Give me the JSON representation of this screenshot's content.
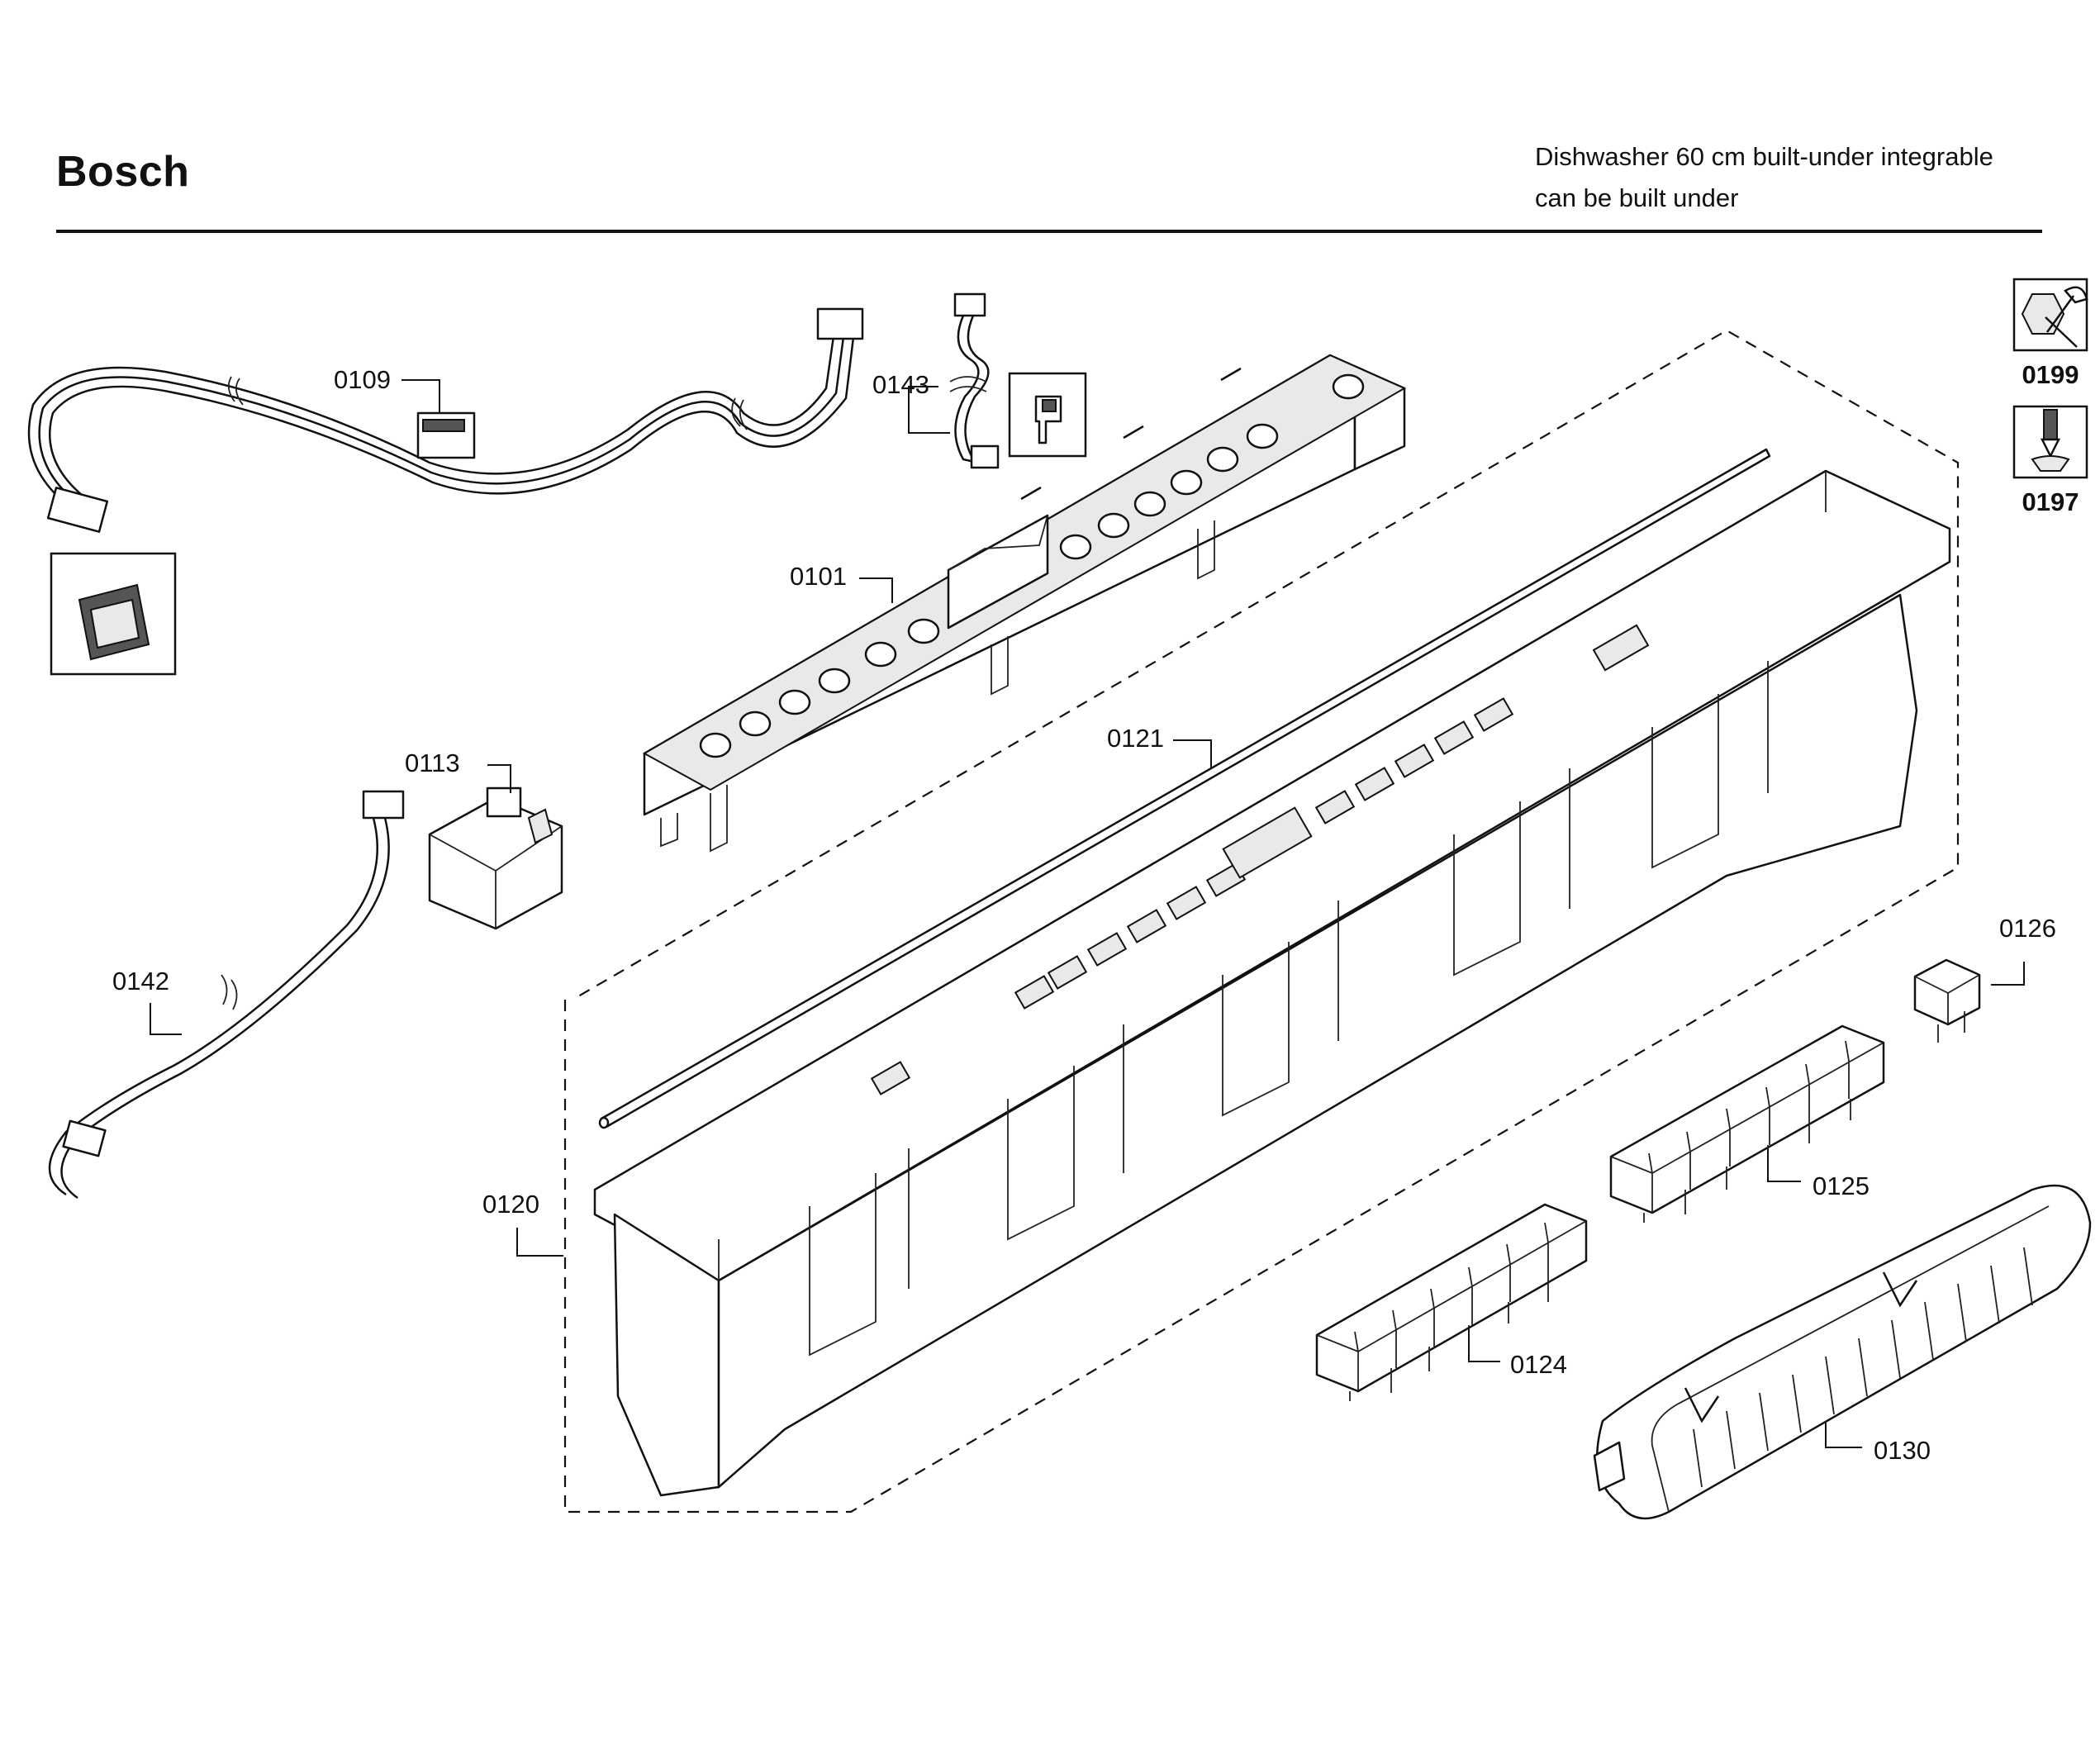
{
  "header": {
    "brand": "Bosch",
    "description_line1": "Dishwasher 60 cm built-under integrable",
    "description_line2": "can be built under"
  },
  "parts": [
    {
      "number": "0101",
      "name": "control-module"
    },
    {
      "number": "0109",
      "name": "wire-harness"
    },
    {
      "number": "0113",
      "name": "door-switch"
    },
    {
      "number": "0120",
      "name": "control-panel-fascia"
    },
    {
      "number": "0121",
      "name": "trim-strip"
    },
    {
      "number": "0124",
      "name": "button-set-6"
    },
    {
      "number": "0125",
      "name": "button-set-6b"
    },
    {
      "number": "0126",
      "name": "single-button"
    },
    {
      "number": "0130",
      "name": "control-panel-cover"
    },
    {
      "number": "0142",
      "name": "cable"
    },
    {
      "number": "0143",
      "name": "sensor-cable"
    }
  ],
  "tools": [
    {
      "number": "0199",
      "icon": "wrench-nut-icon"
    },
    {
      "number": "0197",
      "icon": "screwdriver-icon"
    }
  ]
}
